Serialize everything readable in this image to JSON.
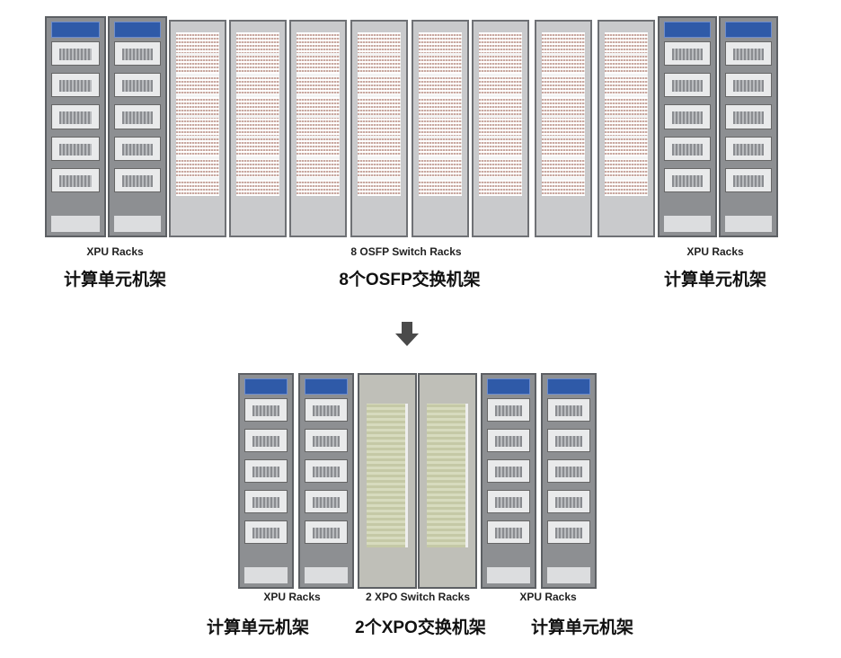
{
  "top": {
    "left_en": "XPU Racks",
    "left_zh": "计算单元机架",
    "mid_en": "8 OSFP Switch Racks",
    "mid_zh": "8个OSFP交换机架",
    "right_en": "XPU Racks",
    "right_zh": "计算单元机架",
    "xpu_racks": 4,
    "switch_racks": 8
  },
  "bottom": {
    "left_en": "XPU Racks",
    "left_zh": "计算单元机架",
    "mid_en": "2 XPO Switch Racks",
    "mid_zh": "2个XPO交换机架",
    "right_en": "XPU Racks",
    "right_zh": "计算单元机架",
    "xpu_racks": 4,
    "switch_racks": 2
  },
  "arrow_icon": "arrow-down-icon"
}
